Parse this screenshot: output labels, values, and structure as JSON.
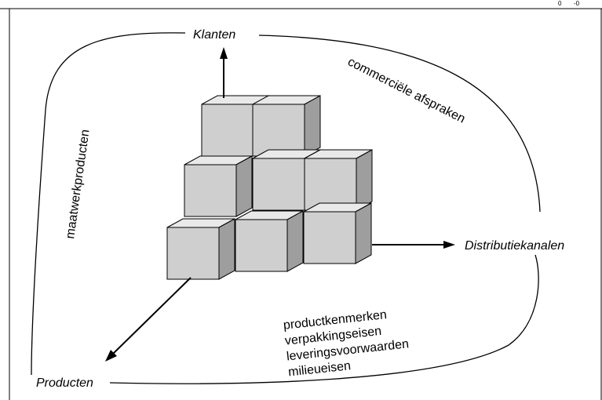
{
  "corner_marks": [
    "0",
    "-0"
  ],
  "axes": {
    "top": "Klanten",
    "right": "Distributiekanalen",
    "bottom_left": "Producten"
  },
  "arc_labels": {
    "left": "maatwerkproducten",
    "top_right": "commerciële afspraken",
    "bottom_right": [
      "productkenmerken",
      "verpakkingseisen",
      "leveringsvoorwaarden",
      "milieueisen"
    ]
  },
  "colors": {
    "cube_front": "#cfcfcf",
    "cube_top": "#e9e9e9",
    "cube_side": "#9e9e9e",
    "stroke": "#000000"
  }
}
